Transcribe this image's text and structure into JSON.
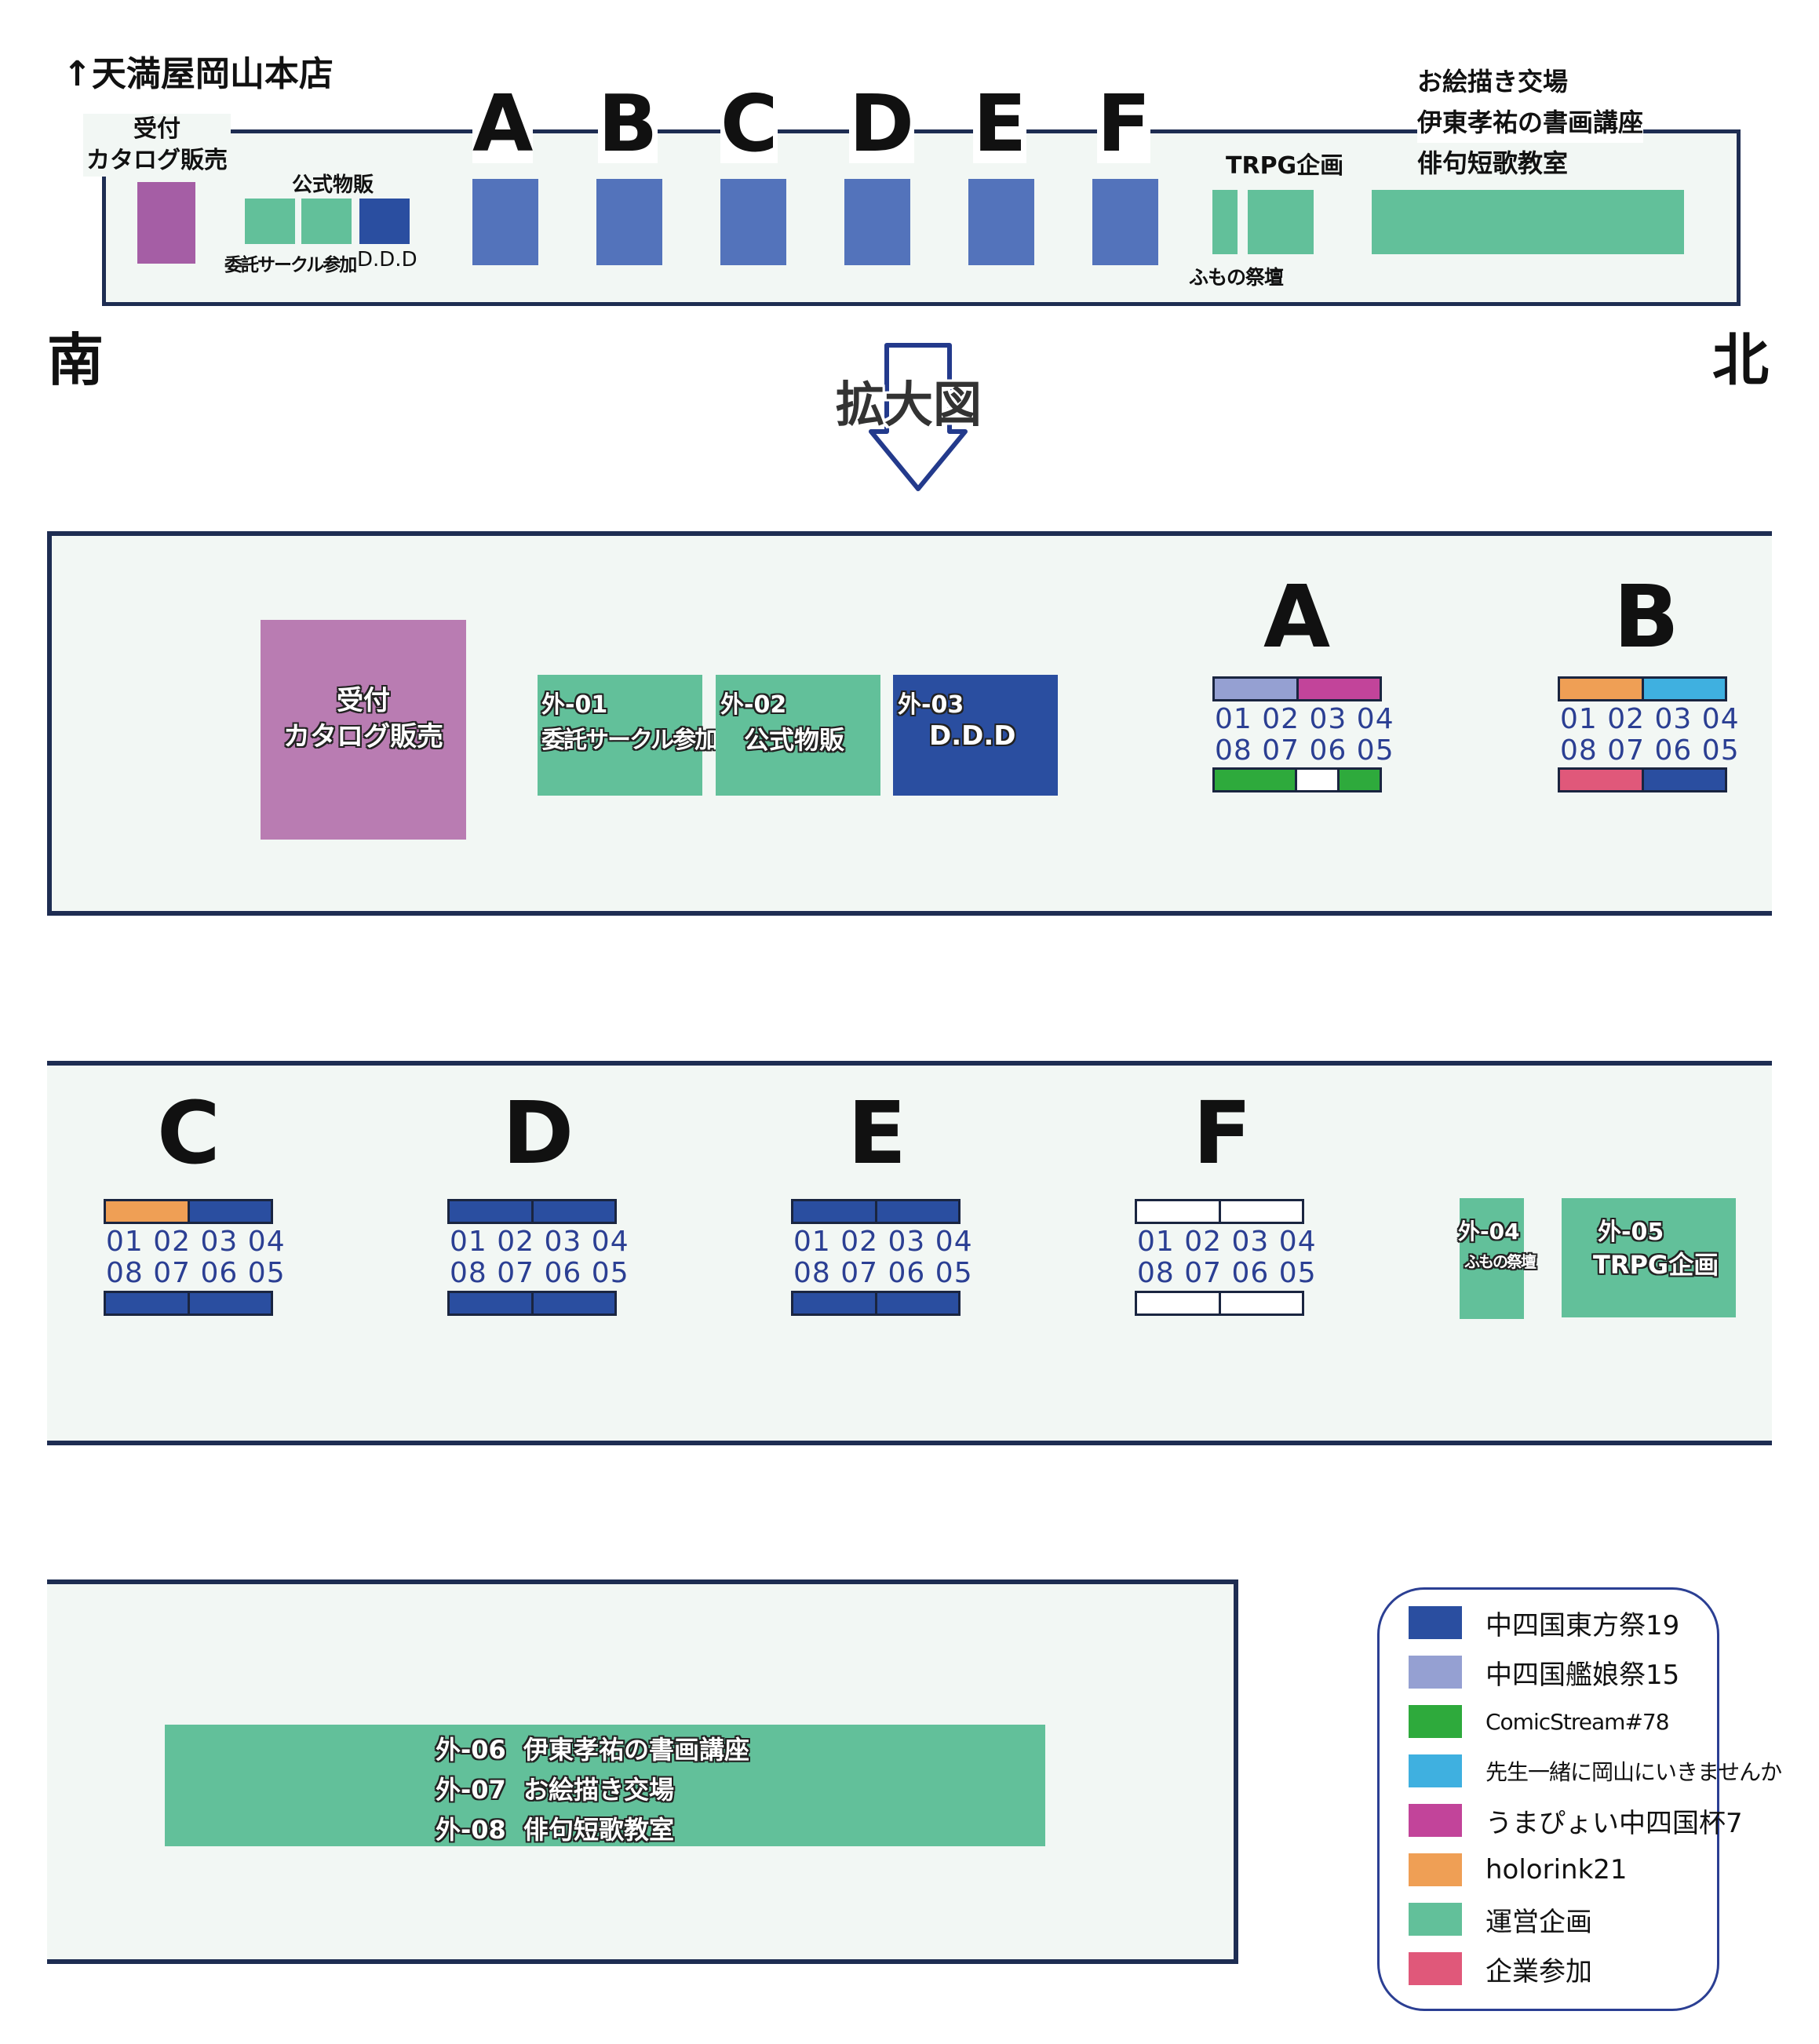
{
  "overview": {
    "store": "↑天満屋岡山本店",
    "south": "南",
    "north": "北",
    "labels": {
      "reception": [
        "受付",
        "カタログ販売"
      ],
      "official": "公式物販",
      "consign": "委託サークル参加",
      "ddd": "D.D.D",
      "trpg": "TRPG企画",
      "fumono": "ふもの祭壇",
      "events": [
        "お絵描き交場",
        "伊東孝祐の書画講座",
        "俳句短歌教室"
      ]
    },
    "letters": [
      "A",
      "B",
      "C",
      "D",
      "E",
      "F"
    ],
    "zoom_label": "拡大図"
  },
  "zoom": {
    "reception": [
      "受付",
      "カタログ販売"
    ],
    "g01": {
      "code": "外-01",
      "name": "委託サークル参加"
    },
    "g02": {
      "code": "外-02",
      "name": "公式物販"
    },
    "g03": {
      "code": "外-03",
      "name": "D.D.D"
    },
    "g04": {
      "code": "外-04",
      "name": "ふもの祭壇"
    },
    "g05": {
      "code": "外-05",
      "name": "TRPG企画"
    },
    "bottom_lines": [
      {
        "code": "外-06",
        "name": "伊東孝祐の書画講座"
      },
      {
        "code": "外-07",
        "name": "お絵描き交場"
      },
      {
        "code": "外-08",
        "name": "俳句短歌教室"
      }
    ],
    "islands": [
      {
        "letter": "A",
        "top": [
          "01",
          "02",
          "03",
          "04"
        ],
        "bottom": [
          "08",
          "07",
          "06",
          "05"
        ]
      },
      {
        "letter": "B",
        "top": [
          "01",
          "02",
          "03",
          "04"
        ],
        "bottom": [
          "08",
          "07",
          "06",
          "05"
        ]
      },
      {
        "letter": "C",
        "top": [
          "01",
          "02",
          "03",
          "04"
        ],
        "bottom": [
          "08",
          "07",
          "06",
          "05"
        ]
      },
      {
        "letter": "D",
        "top": [
          "01",
          "02",
          "03",
          "04"
        ],
        "bottom": [
          "08",
          "07",
          "06",
          "05"
        ]
      },
      {
        "letter": "E",
        "top": [
          "01",
          "02",
          "03",
          "04"
        ],
        "bottom": [
          "08",
          "07",
          "06",
          "05"
        ]
      },
      {
        "letter": "F",
        "top": [
          "01",
          "02",
          "03",
          "04"
        ],
        "bottom": [
          "08",
          "07",
          "06",
          "05"
        ]
      }
    ]
  },
  "legend": [
    {
      "label": "中四国東方祭19",
      "color": "#2a4ea0"
    },
    {
      "label": "中四国艦娘祭15",
      "color": "#95a0d2"
    },
    {
      "label": "ComicStream#78",
      "color": "#2eaa3c"
    },
    {
      "label": "先生一緒に岡山にいきませんか",
      "color": "#3fb0e0"
    },
    {
      "label": "うまぴょい中四国杯7",
      "color": "#c2449a"
    },
    {
      "label": "holorink21",
      "color": "#ef9f55"
    },
    {
      "label": "運営企画",
      "color": "#62c09a"
    },
    {
      "label": "企業参加",
      "color": "#e0587a"
    }
  ]
}
